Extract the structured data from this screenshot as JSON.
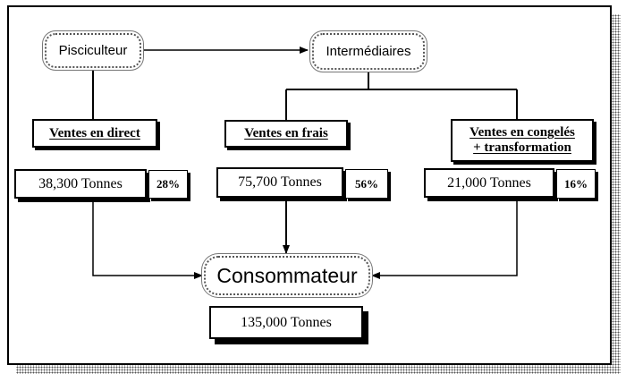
{
  "nodes": {
    "producer": "Pisciculteur",
    "intermediaries": "Intermédiaires",
    "consumer": "Consommateur"
  },
  "channels": [
    {
      "label_lines": [
        "Ventes en direct"
      ],
      "tonnage": "38,300 Tonnes",
      "share": "28%"
    },
    {
      "label_lines": [
        "Ventes en frais"
      ],
      "tonnage": "75,700 Tonnes",
      "share": "56%"
    },
    {
      "label_lines": [
        "Ventes en congelés",
        "+ transformation"
      ],
      "tonnage": "21,000 Tonnes",
      "share": "16%"
    }
  ],
  "total": "135,000 Tonnes"
}
